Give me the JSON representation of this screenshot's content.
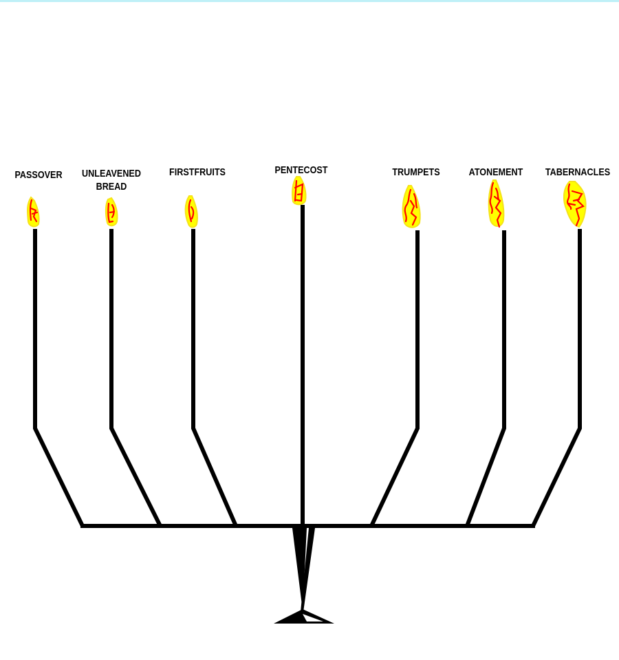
{
  "colors": {
    "background": "#ffffff",
    "top_strip": "#bff0f7",
    "lines": "#000000",
    "flame_outer": "#ffff00",
    "flame_inner": "#ff0000",
    "label_text": "#000000"
  },
  "feasts": [
    {
      "label_line1": "PASSOVER",
      "label_line2": "",
      "icon": "flame-icon"
    },
    {
      "label_line1": "UNLEAVENED",
      "label_line2": "BREAD",
      "icon": "flame-icon"
    },
    {
      "label_line1": "FIRSTFRUITS",
      "label_line2": "",
      "icon": "flame-icon"
    },
    {
      "label_line1": "PENTECOST",
      "label_line2": "",
      "icon": "flame-icon"
    },
    {
      "label_line1": "TRUMPETS",
      "label_line2": "",
      "icon": "flame-icon"
    },
    {
      "label_line1": "ATONEMENT",
      "label_line2": "",
      "icon": "flame-icon"
    },
    {
      "label_line1": "TABERNACLES",
      "label_line2": "",
      "icon": "flame-icon"
    }
  ]
}
